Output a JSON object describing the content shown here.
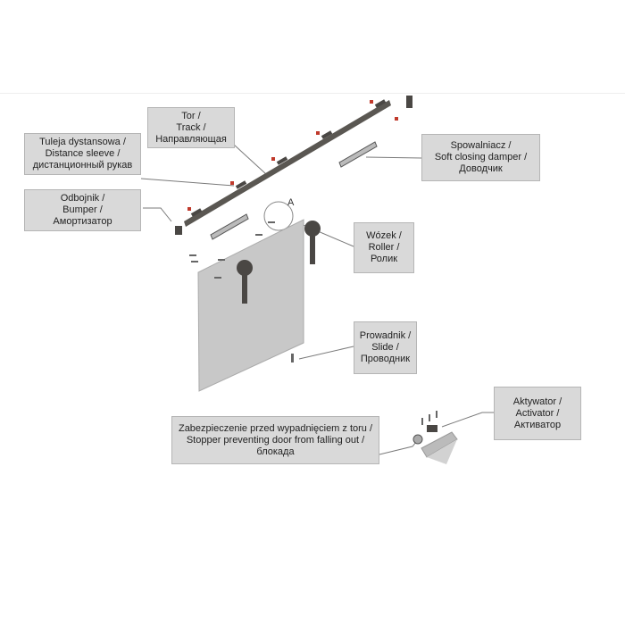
{
  "labels": {
    "track": {
      "pl": "Tor /",
      "en": "Track /",
      "ru": "Направляющая"
    },
    "sleeve": {
      "pl": "Tuleja dystansowa /",
      "en": "Distance sleeve /",
      "ru": "дистанционный рукав"
    },
    "bumper": {
      "pl": "Odbojnik /",
      "en": "Bumper /",
      "ru": "Амортизатор"
    },
    "damper": {
      "pl": "Spowalniacz /",
      "en": "Soft closing damper /",
      "ru": "Доводчик"
    },
    "roller": {
      "pl": "Wózek /",
      "en": "Roller /",
      "ru": "Ролик"
    },
    "slide": {
      "pl": "Prowadnik /",
      "en": "Slide /",
      "ru": "Проводник"
    },
    "stopper": {
      "pl": "Zabezpieczenie przed wypadnięciem z toru /",
      "en": "Stopper preventing door from falling out /",
      "ru": "блокада"
    },
    "activator": {
      "pl": "Aktywator /",
      "en": "Activator /",
      "ru": "Активатор"
    }
  },
  "detail_marker": "A",
  "colors": {
    "box": "#d9d9d9",
    "leader": "#7a7a7a",
    "door": "#c8c8c8",
    "track": "#5a5752",
    "hardware": "#4a4744"
  }
}
